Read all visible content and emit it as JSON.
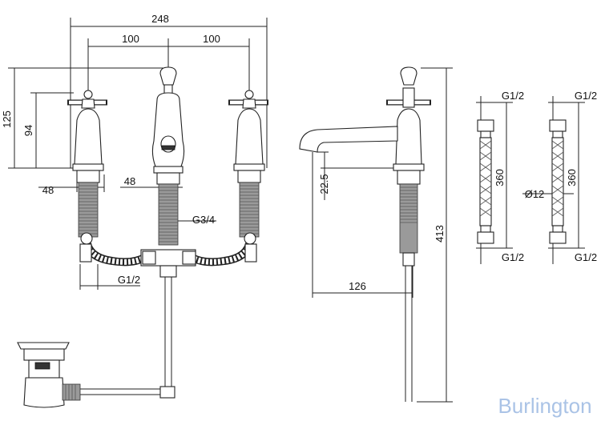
{
  "dimensions": {
    "overall_width": "248",
    "spacing_left": "100",
    "spacing_right": "100",
    "handle_height": "125",
    "body_height": "94",
    "shank_left": "48",
    "shank_center": "48",
    "inlet_thread": "G3/4",
    "outlet_thread_left": "G1/2",
    "spout_height": "22.5",
    "spout_reach": "126",
    "total_height": "413",
    "hose1_top": "G1/2",
    "hose1_length": "360",
    "hose1_bottom": "G1/2",
    "hose2_top": "G1/2",
    "hose2_length": "360",
    "hose2_diameter": "Ø12",
    "hose2_bottom": "G1/2"
  },
  "brand": "Burlington"
}
